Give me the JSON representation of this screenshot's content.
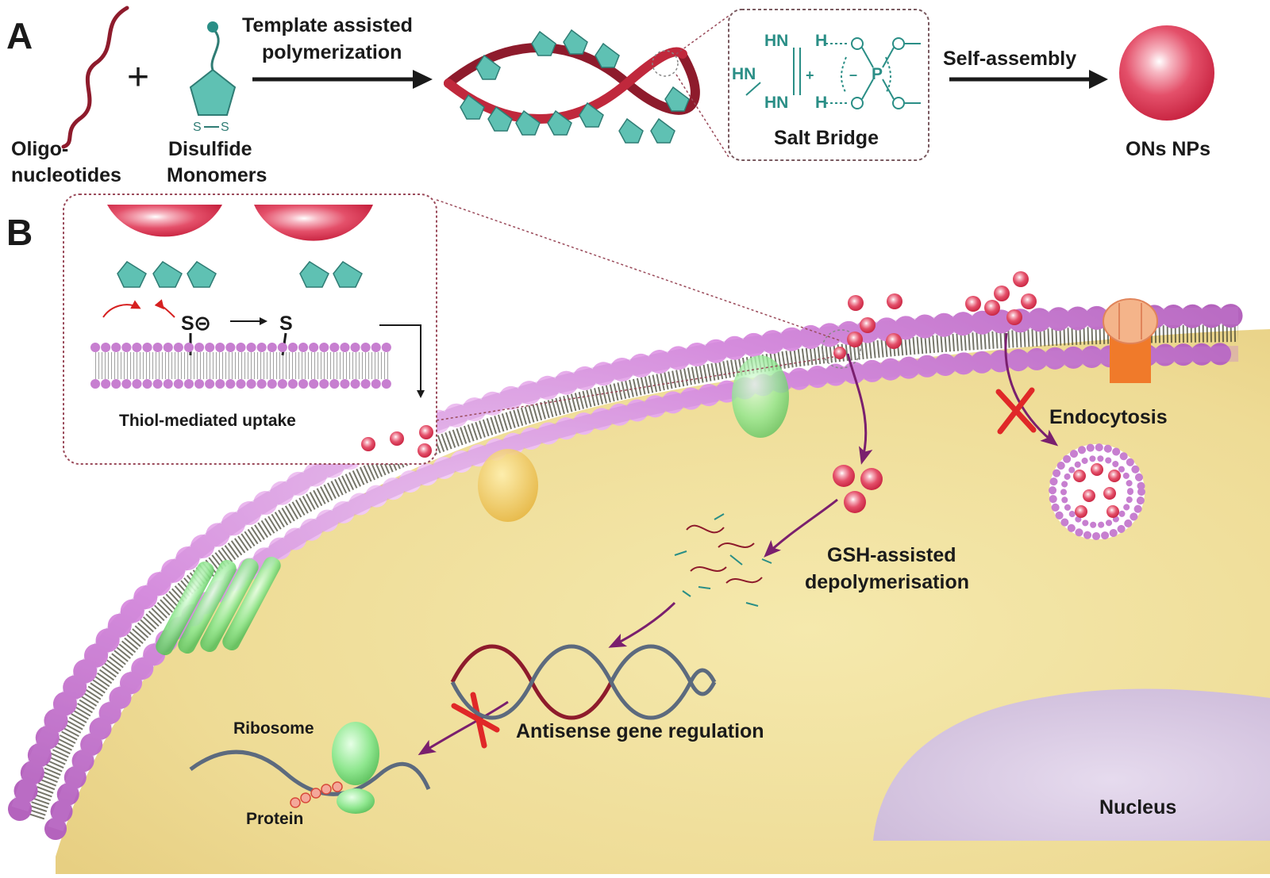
{
  "panel_a": {
    "letter": "A",
    "oligo_label_1": "Oligo-",
    "oligo_label_2": "nucleotides",
    "plus": "+",
    "monomer_label_1": "Disulfide",
    "monomer_label_2": "Monomers",
    "step1_label_1": "Template assisted",
    "step1_label_2": "polymerization",
    "salt_bridge_title": "Salt Bridge",
    "chem_hn_top": "HN",
    "chem_h_top": "H",
    "chem_hn_left": "HN",
    "chem_plus": "+",
    "chem_hn_bottom": "HN",
    "chem_h_bottom": "H",
    "chem_minus": "–",
    "chem_p": "P",
    "step2_label": "Self-assembly",
    "np_label": "ONs NPs"
  },
  "panel_b": {
    "letter": "B",
    "thiolate": "S⊝",
    "sulfur": "S",
    "inset_title": "Thiol-mediated uptake",
    "endocytosis": "Endocytosis",
    "gsh_1": "GSH-assisted",
    "gsh_2": "depolymerisation",
    "antisense": "Antisense gene regulation",
    "ribosome": "Ribosome",
    "protein": "Protein",
    "nucleus": "Nucleus"
  },
  "colors": {
    "np_red": "#e0405a",
    "bead_pink": "#d98be0",
    "cytoplasm": "#f3e6a8",
    "monomer_teal": "#5fc1b3",
    "arrow_purple": "#7a1f6e",
    "block_red": "#e02828",
    "nucleus": "#ddd0e6"
  }
}
